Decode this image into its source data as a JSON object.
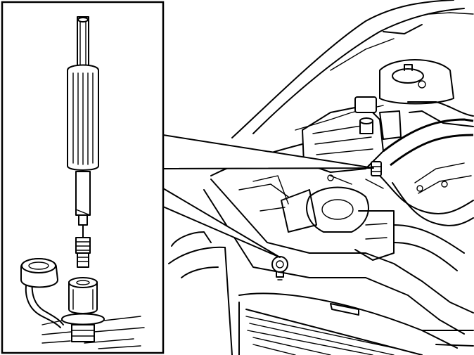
{
  "figure": {
    "type": "technical-line-illustration",
    "colors": {
      "ink": "#000000",
      "paper": "#ffffff"
    },
    "inset": {
      "subject": "valve-tool-and-protective-cap"
    },
    "main": {
      "subject": "engine-compartment",
      "callout_target": "service-valve"
    }
  }
}
